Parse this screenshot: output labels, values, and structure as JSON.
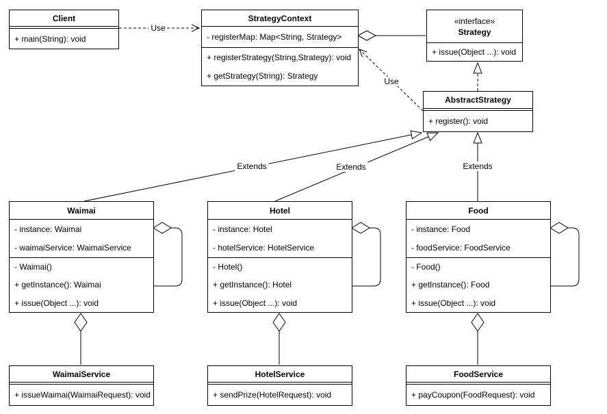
{
  "diagram": {
    "type": "uml-class-diagram",
    "colors": {
      "line": "#000000",
      "box_fill": "#ffffff",
      "text": "#000000",
      "background": "#ffffff"
    },
    "classes": {
      "client": {
        "title": "Client",
        "methods": [
          "+ main(String): void"
        ]
      },
      "strategy_context": {
        "title": "StrategyContext",
        "attributes": [
          "- registerMap: Map<String, Strategy>"
        ],
        "methods": [
          "+ registerStrategy(String,Strategy): void",
          "+ getStrategy(String): Strategy"
        ]
      },
      "strategy": {
        "stereotype": "«interface»",
        "title": "Strategy",
        "methods": [
          "+ issue(Object ...): void"
        ]
      },
      "abstract_strategy": {
        "title": "AbstractStrategy",
        "methods": [
          "+ register(): void"
        ]
      },
      "waimai": {
        "title": "Waimai",
        "attributes": [
          "- instance: Waimai",
          "- waimaiService: WaimaiService"
        ],
        "methods": [
          "- Waimai()",
          "+ getInstance(): Waimai",
          "+ issue(Object ...): void"
        ]
      },
      "hotel": {
        "title": "Hotel",
        "attributes": [
          "- instance: Hotel",
          "- hotelService: HotelService"
        ],
        "methods": [
          "- Hotel()",
          "+ getInstance(): Hotel",
          "+ issue(Object ...): void"
        ]
      },
      "food": {
        "title": "Food",
        "attributes": [
          "- instance: Food",
          "- foodService: FoodService"
        ],
        "methods": [
          "- Food()",
          "+ getInstance(): Food",
          "+ issue(Object ...): void"
        ]
      },
      "waimai_service": {
        "title": "WaimaiService",
        "methods": [
          "+ issueWaimai(WaimaiRequest): void"
        ]
      },
      "hotel_service": {
        "title": "HotelService",
        "methods": [
          "+ sendPrize(HotelRequest): void"
        ]
      },
      "food_service": {
        "title": "FoodService",
        "methods": [
          "+ payCoupon(FoodRequest): void"
        ]
      }
    },
    "edge_labels": {
      "client_use": "Use",
      "context_use": "Use",
      "waimai_extends": "Extends",
      "hotel_extends": "Extends",
      "food_extends": "Extends"
    }
  }
}
